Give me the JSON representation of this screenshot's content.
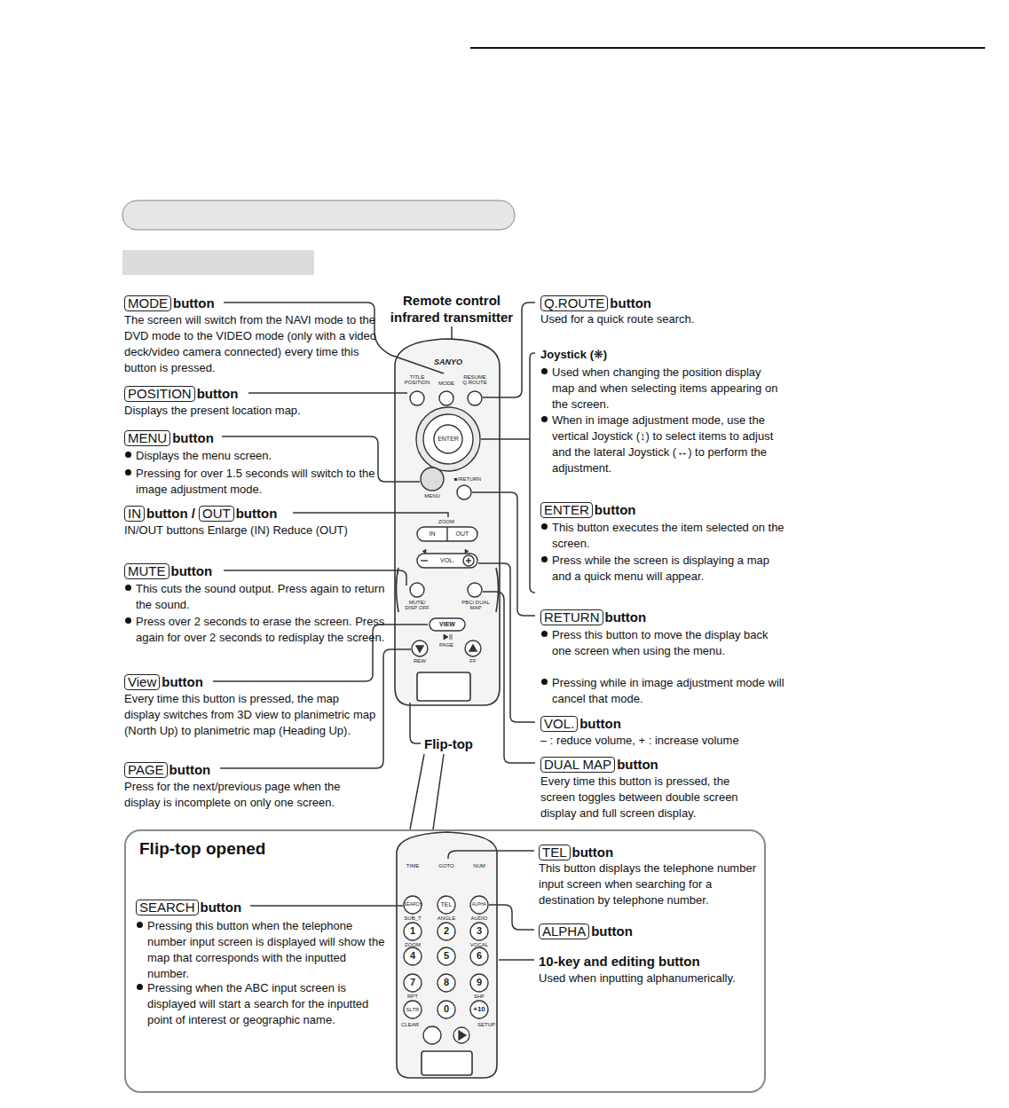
{
  "diagram": {
    "nodes": [
      {
        "text": [
          "Flip-top opened"
        ]
      }
    ],
    "labels": [
      "MODE",
      "button",
      "The screen will switch from the NAVI mode to the DVD mode to the VIDEO mode (only with a video deck/video camera connected) every time this button is pressed.",
      "POSITION",
      "button",
      "Displays the present location map.",
      "MENU",
      "button",
      "Displays the menu screen.",
      "Pressing for over 1.5 seconds will switch to the image adjustment mode.",
      "IN",
      "button /",
      "OUT",
      "button",
      "IN/OUT buttons Enlarge (IN) Reduce (OUT)",
      "MUTE",
      "button",
      "This cuts the sound output. Press again to return the sound.",
      "Press over 2 seconds to erase the screen. Press again for over 2 seconds to redisplay the screen.",
      "View",
      "button",
      "Every time this button is pressed, the map display switches from 3D view to planimetric map (North Up) to planimetric map (Heading Up).",
      "PAGE",
      "button",
      "Press for the next/previous page when the display is incomplete on only one screen.",
      "Remote control infrared transmitter",
      "Q.ROUTE",
      "button",
      "Used for a quick route search.",
      "Joystick (❋)",
      "Used when changing the position display map and when selecting items appearing on the screen.",
      "When in image adjustment mode, use the vertical Joystick (↕) to select items to adjust and the lateral Joystick (↔) to perform the adjustment.",
      "ENTER",
      "button",
      "This button executes the item selected on the screen.",
      "Press while the screen is displaying a map and a quick menu will appear.",
      "RETURN",
      "button",
      "Press this button to move the display back one screen when using the menu.",
      "Pressing while in image adjustment mode will cancel that mode.",
      "VOL.",
      "button",
      "– : reduce volume, + : increase volume",
      "DUAL MAP",
      "button",
      "Every time this button is pressed, the screen toggles between double screen display and full screen display.",
      "Flip-top",
      "SEARCH",
      "button",
      "Pressing this button when the telephone number input screen is displayed will show the map that corresponds with the inputted number.",
      "Pressing when the ABC input screen is displayed will start a search for the inputted point of interest or geographic name.",
      "TEL",
      "button",
      "This button displays the telephone number input screen when searching for a destination by telephone number.",
      "ALPHA",
      "button",
      "10-key and editing button",
      "Used when inputting alphanumerically.",
      "SANYO",
      "TITLE POSITION",
      "MODE",
      "RESUME Q.ROUTE",
      "ENTER",
      "MENU",
      "■/RETURN",
      "ZOOM",
      "IN",
      "OUT",
      "VOL.",
      "MUTE/ DISP OFF",
      "PBC/ DUAL MAP",
      "VIEW",
      "PAGE",
      "REW",
      "FF",
      "TIME",
      "GOTO",
      "NUM",
      "SEARCH",
      "TEL",
      "ALPHA",
      "SUB_T",
      "ANGLE",
      "AUDIO",
      "1",
      "2",
      "3",
      "ZOOM",
      "VOCAL",
      "4",
      "5",
      "6",
      "7",
      "8",
      "9",
      "RPT",
      "SHF",
      "SLTR",
      "0",
      "+10",
      "CLEAR",
      "SETUP"
    ]
  }
}
